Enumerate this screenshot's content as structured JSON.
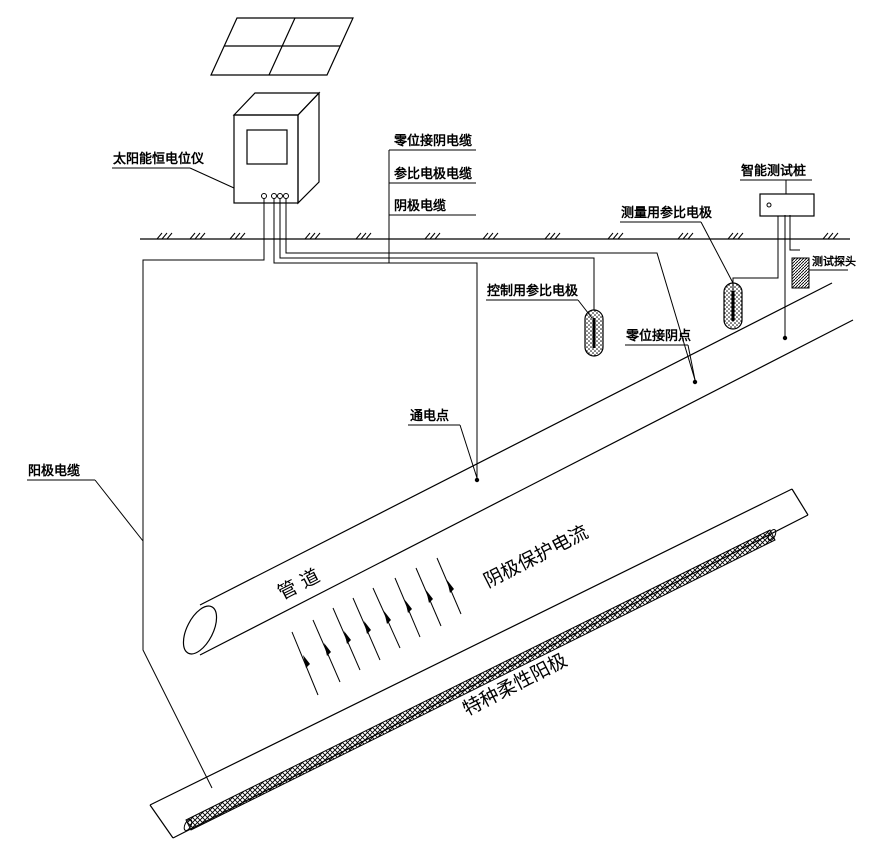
{
  "labels": {
    "solar_controller": "太阳能恒电位仪",
    "zero_cathode_cable": "零位接阴电缆",
    "reference_cable": "参比电极电缆",
    "cathode_cable": "阴极电缆",
    "smart_test_pile": "智能测试桩",
    "measure_reference": "测量用参比电极",
    "test_probe": "测试探头",
    "control_reference": "控制用参比电极",
    "zero_cathode_point": "零位接阴点",
    "power_point": "通电点",
    "anode_cable": "阳极电缆",
    "pipeline": "管 道",
    "cp_current": "阴极保护电流",
    "flexible_anode": "特种柔性阳极"
  },
  "colors": {
    "line": "#000000",
    "background": "#ffffff"
  }
}
